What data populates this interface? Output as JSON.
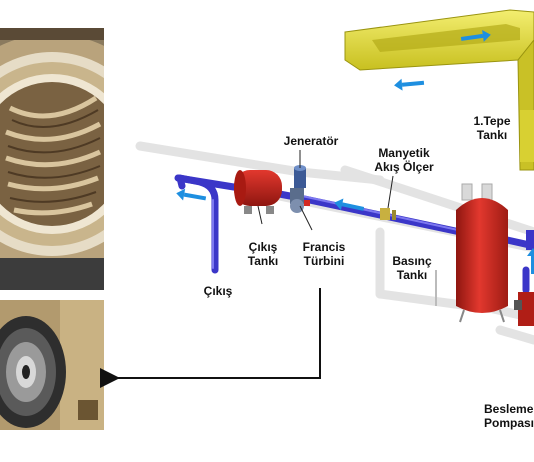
{
  "labels": {
    "tepe_tanki": {
      "line1": "1.Tepe",
      "line2": "Tankı"
    },
    "jenerator": "Jeneratör",
    "manyetik": {
      "line1": "Manyetik",
      "line2": "Akış Ölçer"
    },
    "cikis_tanki": {
      "line1": "Çıkış",
      "line2": "Tankı"
    },
    "francis": {
      "line1": "Francis",
      "line2": "Türbini"
    },
    "basinc_tanki": {
      "line1": "Basınç",
      "line2": "Tankı"
    },
    "cikis": "Çıkış",
    "besleme_pompasi": {
      "line1": "Besleme",
      "line2": "Pompası"
    }
  },
  "icons": {
    "flow_arrow": "flow-arrow-icon",
    "photo_top": "spiral-casing-photo",
    "photo_bottom": "runner-photo"
  },
  "colors": {
    "tank_red": "#d42a22",
    "pipe_blue": "#3b36c8",
    "tank_yellow": "#e8e23c",
    "flow_arrow": "#1e8fe0",
    "ghost_pipe": "#e2e2e2"
  }
}
